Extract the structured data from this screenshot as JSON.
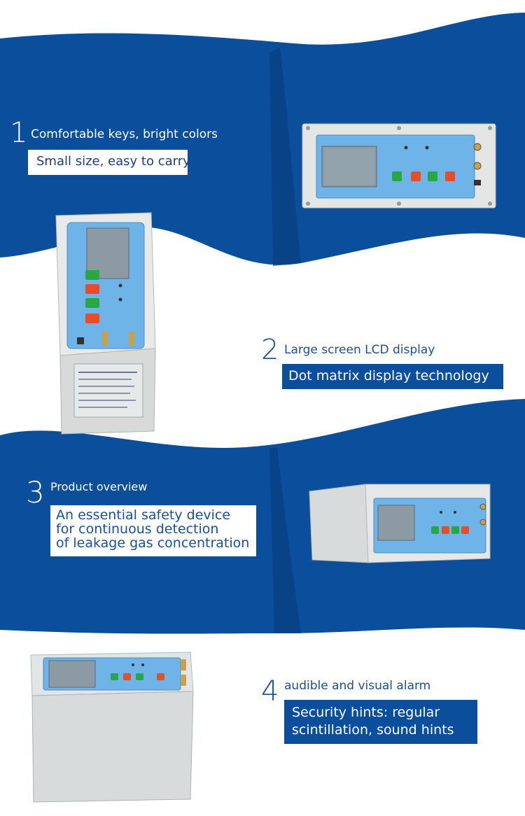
{
  "colors": {
    "primary_blue": "#0b4f9c",
    "white": "#ffffff",
    "panel_light_blue": "#6fb4e8",
    "lcd_gray": "#8b9aa3",
    "case_gray": "#dfe2e1"
  },
  "features": [
    {
      "number": "1",
      "title": "Comfortable keys, bright colors",
      "description_lines": [
        "Small size, easy to carry"
      ]
    },
    {
      "number": "2",
      "title": "Large screen LCD display",
      "description_lines": [
        "Dot matrix display technology"
      ]
    },
    {
      "number": "3",
      "title": "Product overview",
      "description_lines": [
        "An essential safety device",
        "for  continuous detection",
        "of leakage gas concentration"
      ]
    },
    {
      "number": "4",
      "title": "audible and visual alarm",
      "description_lines": [
        "Security hints: regular",
        "scintillation, sound hints"
      ]
    }
  ]
}
